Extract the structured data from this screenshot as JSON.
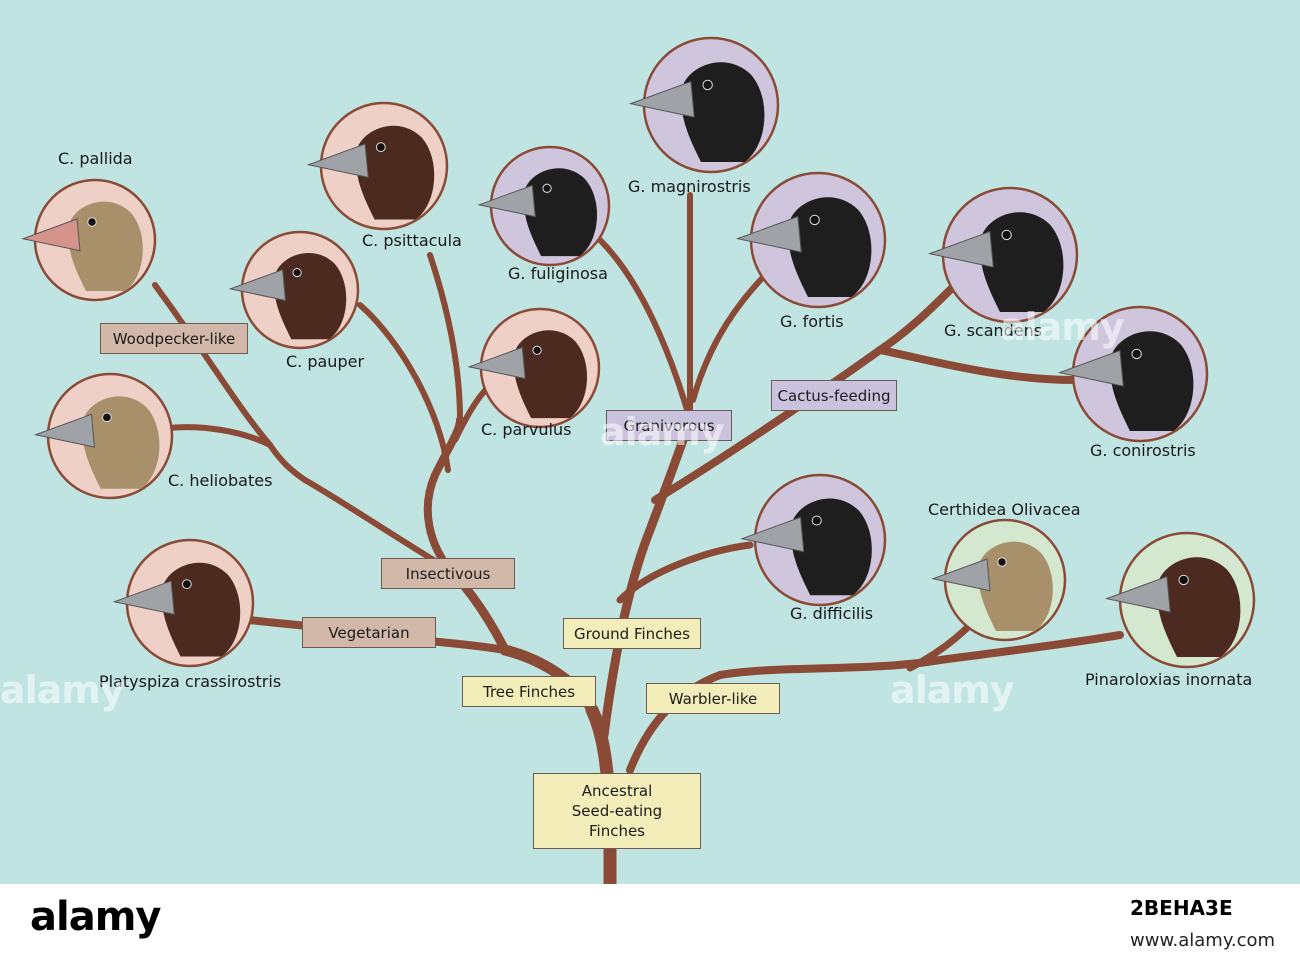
{
  "colors": {
    "background": "#bfe4e2",
    "branch": "#8a4a35",
    "bubble_pink": "#eed0c6",
    "bubble_purple": "#cfc6de",
    "bubble_green": "#d4e8d0",
    "box_pink": "#d2b8a8",
    "box_yellow": "#f3eeb9",
    "box_purple": "#cbc3dd",
    "bird_black": "#1e1e1e",
    "bird_brown": "#4d2a1f",
    "bird_tan": "#a7906a",
    "beak_gray": "#9fa2a6",
    "beak_pink": "#d4948b"
  },
  "root": {
    "line1": "Ancestral",
    "line2": "Seed-eating",
    "line3": "Finches"
  },
  "groups": {
    "tree_finches": "Tree Finches",
    "ground_finches": "Ground Finches",
    "warbler_like": "Warbler-like",
    "vegetarian": "Vegetarian",
    "insectivous": "Insectivous",
    "woodpecker_like": "Woodpecker-like",
    "granivorous": "Granivorous",
    "cactus_feeding": "Cactus-feeding"
  },
  "species": {
    "c_pallida": "C. pallida",
    "c_psittacula": "C. psittacula",
    "c_pauper": "C. pauper",
    "c_parvulus": "C. parvulus",
    "c_heliobates": "C. heliobates",
    "platyspiza": "Platyspiza crassirostris",
    "g_fuliginosa": "G. fuliginosa",
    "g_magnirostris": "G. magnirostris",
    "g_fortis": "G. fortis",
    "g_scandens": "G. scandens",
    "g_conirostris": "G. conirostris",
    "g_difficilis": "G. difficilis",
    "certhidea": "Certhidea Olivacea",
    "pinaroloxias": "Pinaroloxias inornata"
  },
  "watermark": {
    "text": "alamy",
    "image_id": "2BEHA3E",
    "url": "www.alamy.com"
  }
}
